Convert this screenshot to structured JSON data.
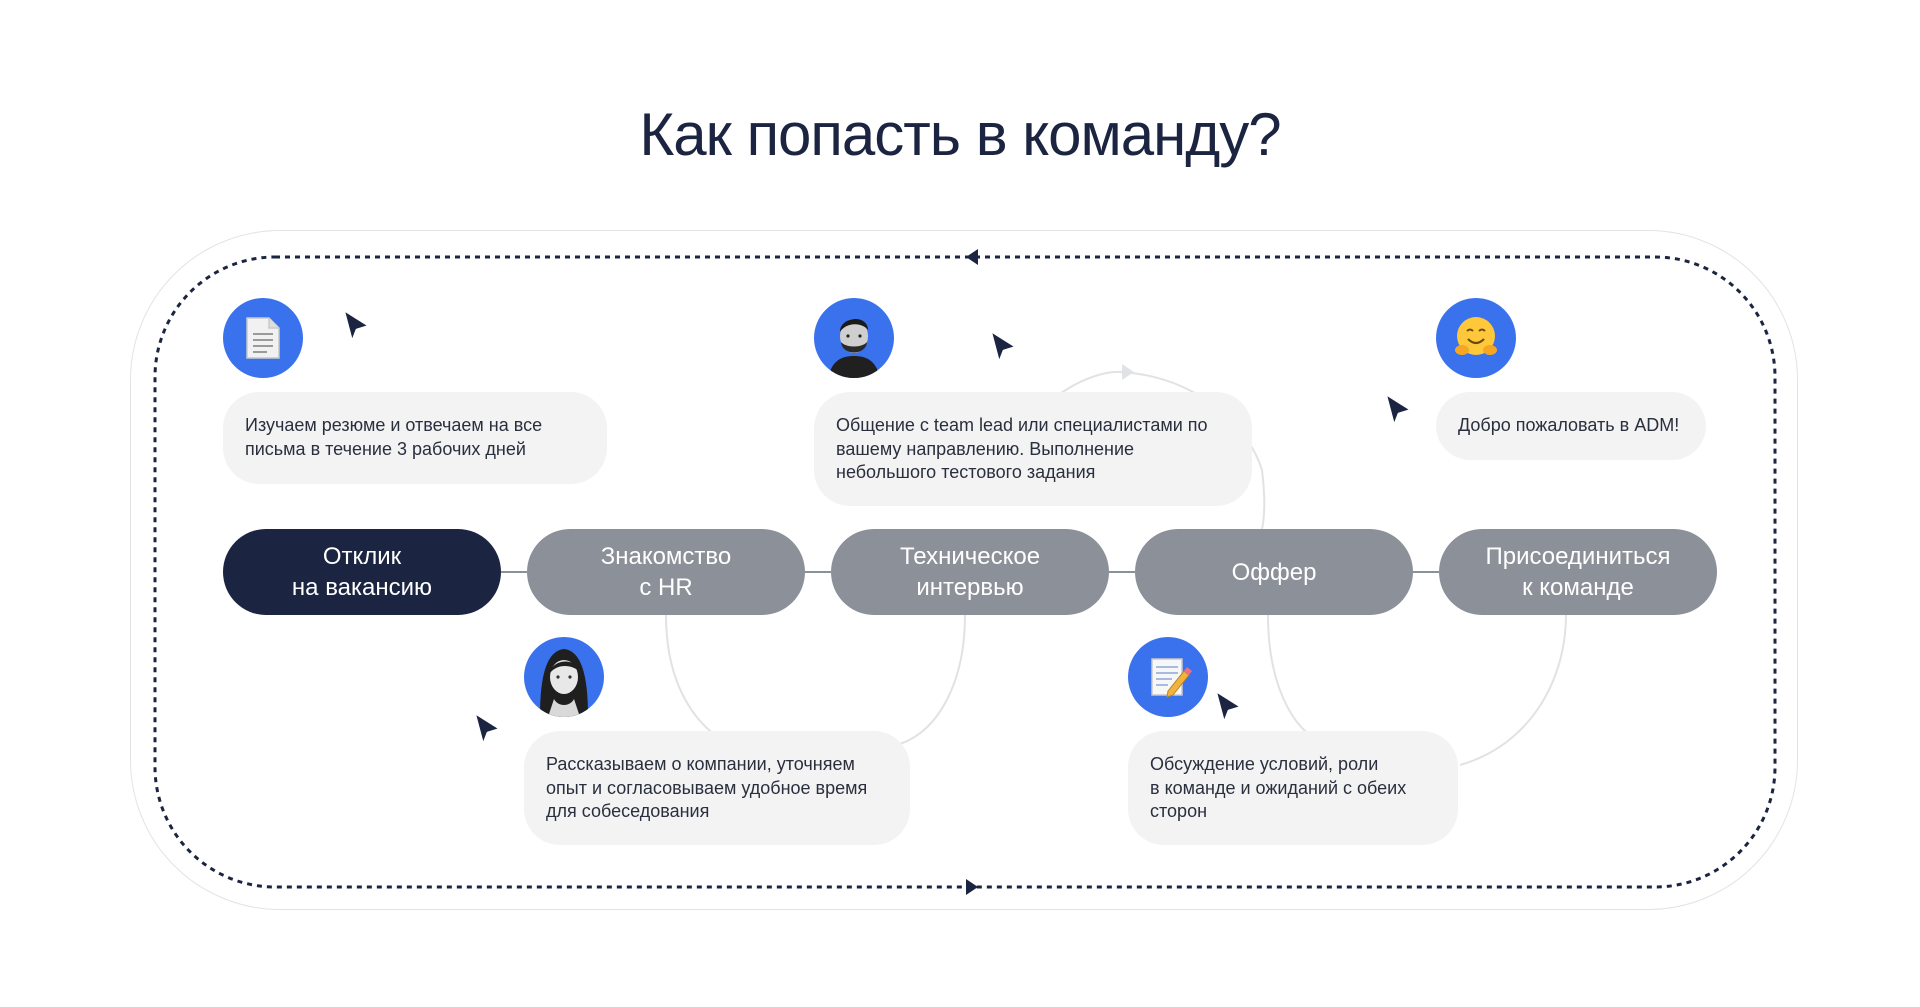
{
  "title": "Как попасть в команду?",
  "stages": [
    {
      "label": "Отклик\nна вакансию",
      "active": true
    },
    {
      "label": "Знакомство\nс HR",
      "active": false
    },
    {
      "label": "Техническое\nинтервью",
      "active": false
    },
    {
      "label": "Оффер",
      "active": false
    },
    {
      "label": "Присоединиться\nк команде",
      "active": false
    }
  ],
  "notes": [
    {
      "text": "Изучаем резюме и отвечаем на все\nписьма в течение 3 рабочих дней"
    },
    {
      "text": "Рассказываем о компании, уточняем\nопыт и согласовываем удобное время\nдля собеседования"
    },
    {
      "text": "Общение с team lead или специалистами по\nвашему направлению. Выполнение\nнебольшого тестового задания"
    },
    {
      "text": "Обсуждение условий, роли\nв команде и ожиданий с обеих\nсторон"
    },
    {
      "text": "Добро пожаловать в ADM!"
    }
  ],
  "icons": [
    "resume-document-icon",
    "hr-woman-avatar",
    "team-lead-man-avatar",
    "pencil-memo-icon",
    "hugging-face-icon",
    "cursor-arrow-icon"
  ],
  "colors": {
    "active_stage": "#1b2440",
    "inactive_stage": "#8c9099",
    "accent": "#3a72ee",
    "bubble": "#f3f3f4"
  }
}
